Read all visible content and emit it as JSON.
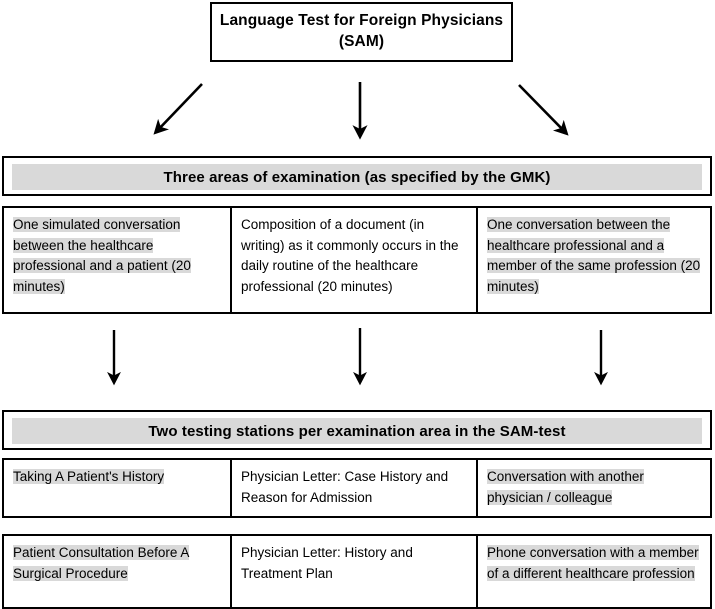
{
  "diagram": {
    "title_box": {
      "text": "Language Test for Foreign Physicians (SAM)"
    },
    "banner_areas": {
      "text": "Three areas of examination (as specified by the GMK)"
    },
    "areas_row": {
      "cells": [
        {
          "text": "One simulated conversation between the healthcare professional and a patient (20 minutes)",
          "shaded": true
        },
        {
          "text": "Composition of a document (in writing) as it commonly occurs in the daily routine of the healthcare professional (20 minutes)",
          "shaded": false
        },
        {
          "text": "One conversation between the healthcare professional and a member of the same profession (20 minutes)",
          "shaded": true
        }
      ]
    },
    "banner_stations": {
      "text": "Two testing stations per examination area in the SAM-test"
    },
    "stations_row1": {
      "cells": [
        {
          "text": "Taking A Patient's History",
          "shaded": true
        },
        {
          "text": "Physician Letter: Case History and Reason for Admission",
          "shaded": false
        },
        {
          "text": "Conversation with another physician / colleague",
          "shaded": true
        }
      ]
    },
    "stations_row2": {
      "cells": [
        {
          "text": "Patient Consultation Before A Surgical Procedure",
          "shaded": true
        },
        {
          "text": "Physician Letter: History and Treatment Plan",
          "shaded": false
        },
        {
          "text": "Phone conversation with a member of a different healthcare profession",
          "shaded": true
        }
      ]
    },
    "connectors": {
      "top_group": [
        {
          "name": "arrow-title-to-area-1",
          "kind": "diagonal-down-left"
        },
        {
          "name": "arrow-title-to-area-2",
          "kind": "straight-down"
        },
        {
          "name": "arrow-title-to-area-3",
          "kind": "diagonal-down-right"
        }
      ],
      "middle_group": [
        {
          "name": "arrow-area-1-to-stations",
          "kind": "straight-down"
        },
        {
          "name": "arrow-area-2-to-stations",
          "kind": "straight-down"
        },
        {
          "name": "arrow-area-3-to-stations",
          "kind": "straight-down"
        }
      ]
    },
    "colors": {
      "shade": "#d9d9d9",
      "line": "#000000",
      "background": "#ffffff"
    }
  }
}
